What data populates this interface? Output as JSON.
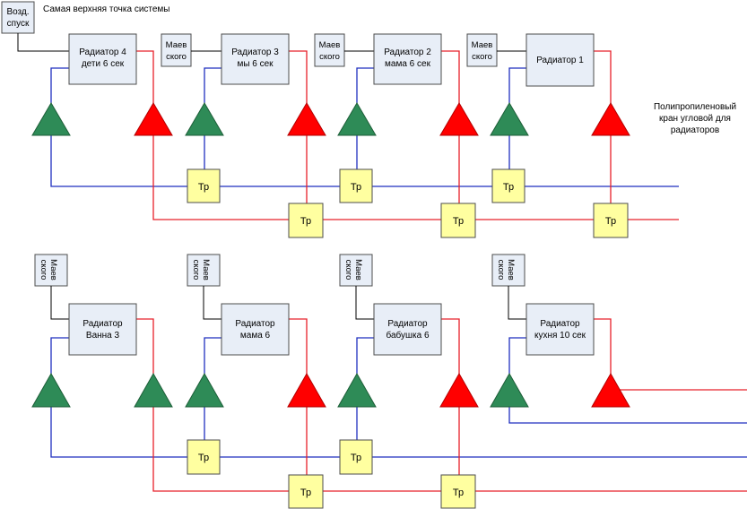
{
  "top_label": "Самая верхняя точка системы",
  "vent": {
    "line1": "Возд.",
    "line2": "спуск"
  },
  "pipe_label": {
    "line1": "Полипропиленовый",
    "line2": "кран угловой для",
    "line3": "радиаторов"
  },
  "mae_label": {
    "line1": "Маев",
    "line2": "ского"
  },
  "tr_label": "Тр",
  "row1": [
    {
      "line1": "Радиатор 4",
      "line2": "дети 6 сек"
    },
    {
      "line1": "Радиатор 3",
      "line2": "мы 6 сек"
    },
    {
      "line1": "Радиатор 2",
      "line2": "мама 6 сек"
    },
    {
      "line1": "Радиатор 1",
      "line2": ""
    }
  ],
  "row2": [
    {
      "line1": "Радиатор",
      "line2": "Ванна 3"
    },
    {
      "line1": "Радиатор",
      "line2": "мама 6"
    },
    {
      "line1": "Радиатор",
      "line2": "бабушка 6"
    },
    {
      "line1": "Радиатор",
      "line2": "кухня 10 сек"
    }
  ],
  "colors": {
    "supply": "#e8202a",
    "return": "#1f2fbf",
    "valve_return": "#2e8b57",
    "valve_supply": "#ff0000",
    "tee": "#ffffa0",
    "box": "#e8eef7"
  }
}
